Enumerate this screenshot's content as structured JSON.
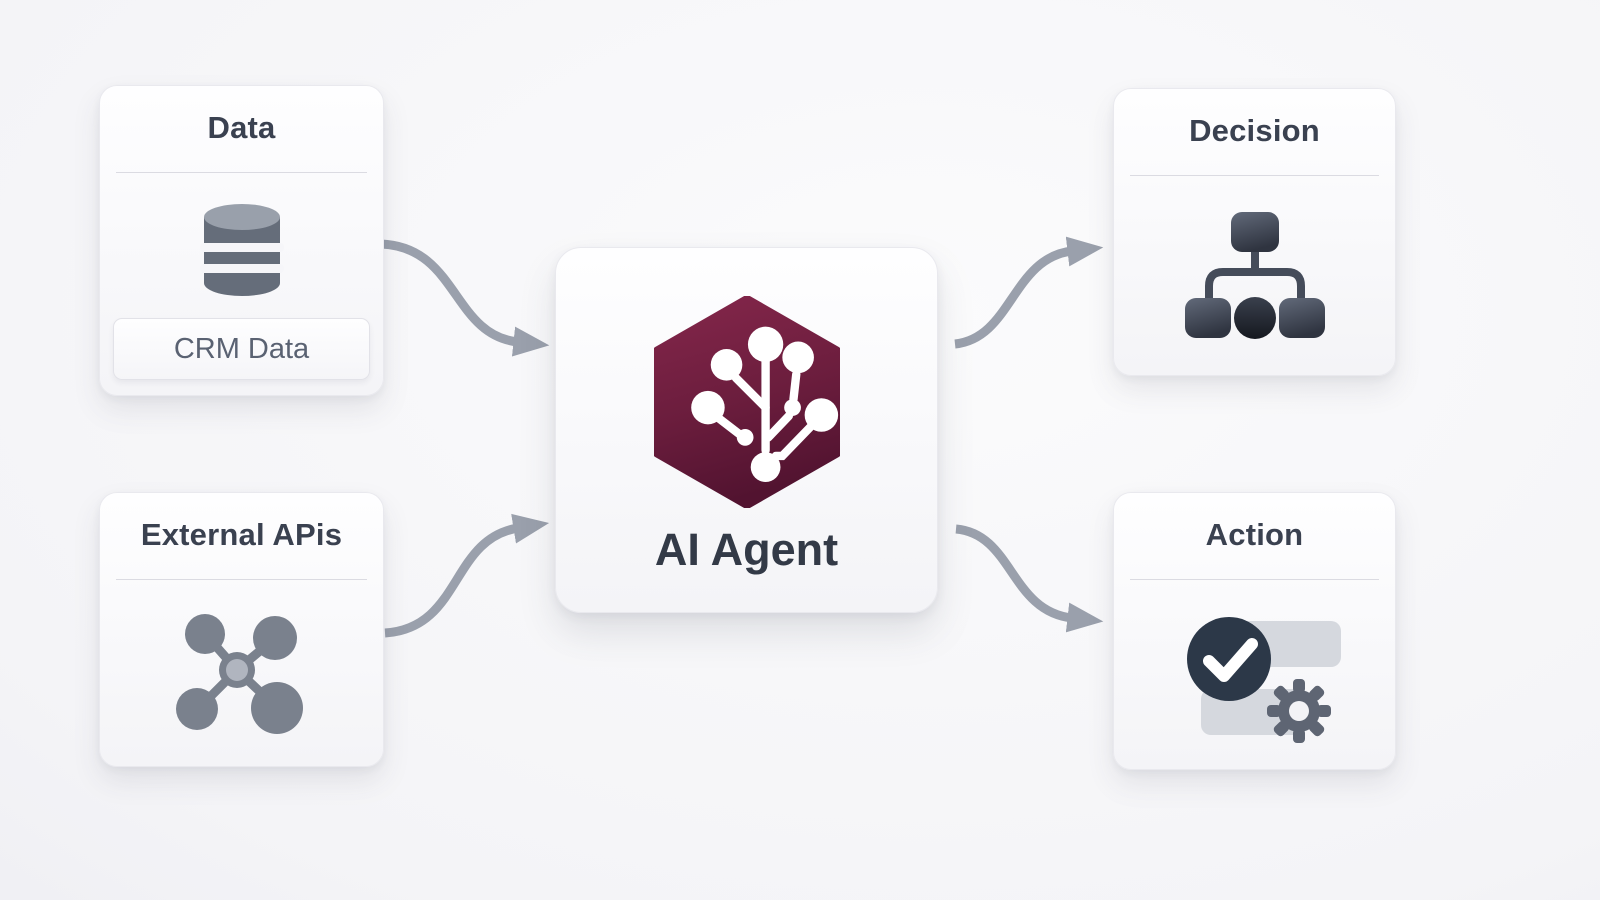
{
  "diagram": {
    "nodes": {
      "data": {
        "title": "Data",
        "item_label": "CRM Data",
        "icon": "database-icon"
      },
      "external_apis": {
        "title": "External APis",
        "icon": "network-hub-icon"
      },
      "ai_agent": {
        "title": "AI Agent",
        "icon": "hexagon-branch-tree-icon"
      },
      "decision": {
        "title": "Decision",
        "icon": "org-chart-icon"
      },
      "action": {
        "title": "Action",
        "icon": "check-gear-icon"
      }
    },
    "edges": [
      {
        "from": "Data",
        "to": "AI Agent"
      },
      {
        "from": "External APis",
        "to": "AI Agent"
      },
      {
        "from": "AI Agent",
        "to": "Decision"
      },
      {
        "from": "AI Agent",
        "to": "Action"
      }
    ],
    "colors": {
      "background": "#f4f4f7",
      "card": "#fbfbfd",
      "title_text": "#3a4150",
      "sub_text": "#5a6272",
      "arrow": "#9aa0ac",
      "hexagon_top": "#83264a",
      "hexagon_bottom": "#521330",
      "icon_gray": "#7a818d",
      "icon_dark_slate": "#2c3848",
      "icon_light_bar": "#d5d8de"
    }
  }
}
